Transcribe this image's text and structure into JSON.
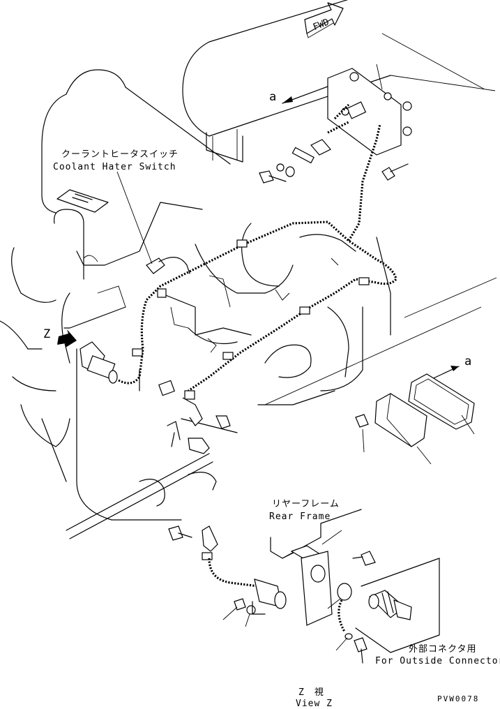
{
  "fwd_marker": "FWD",
  "view_ref_top": "a",
  "view_ref_right": "a",
  "view_z_marker": "Z",
  "labels": {
    "coolant_switch_jp": "クーラントヒータスイッチ",
    "coolant_switch_en": "Coolant Hater Switch",
    "rear_frame_jp": "リヤーフレーム",
    "rear_frame_en": "Rear Frame",
    "outside_connector_jp": "外部コネクタ用",
    "outside_connector_en": "For Outside Connector",
    "view_z_jp": "Z　視",
    "view_z_en": "View Z"
  },
  "drawing_number": "PVW0078"
}
